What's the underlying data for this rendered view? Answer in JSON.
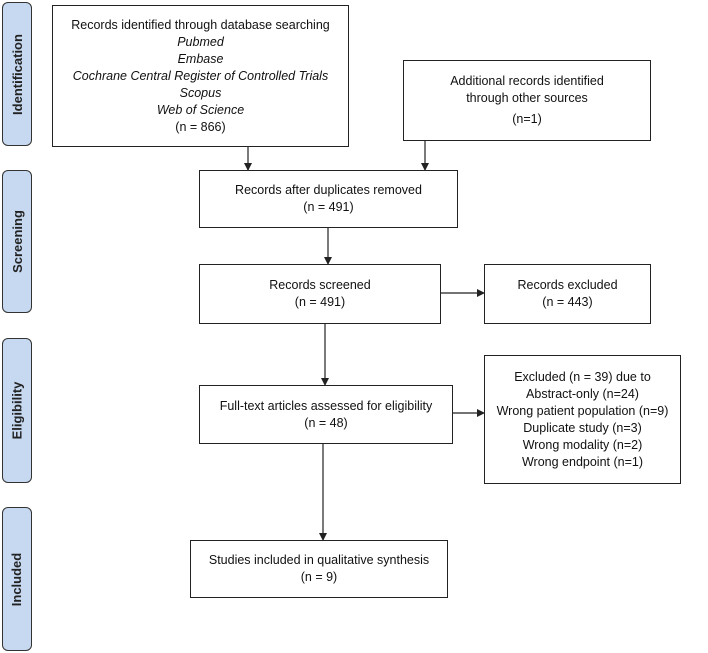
{
  "stages": {
    "identification": "Identification",
    "screening": "Screening",
    "eligibility": "Eligibility",
    "included": "Included"
  },
  "boxes": {
    "database": {
      "title": "Records identified through database searching",
      "sources": [
        "Pubmed",
        "Embase",
        "Cochrane Central Register of Controlled Trials",
        "Scopus",
        "Web of Science"
      ],
      "count": "(n = 866)"
    },
    "additional": {
      "line1": "Additional records identified",
      "line2": "through other sources",
      "count": "(n=1)"
    },
    "duplicates_removed": {
      "title": "Records after duplicates removed",
      "count": "(n = 491)"
    },
    "screened": {
      "title": "Records screened",
      "count": "(n = 491)"
    },
    "excluded_screening": {
      "title": "Records excluded",
      "count": "(n = 443)"
    },
    "full_text": {
      "title": "Full-text articles assessed for eligibility",
      "count": "(n = 48)"
    },
    "excluded_full_text": {
      "title": "Excluded (n = 39) due to",
      "reasons": [
        "Abstract-only (n=24)",
        "Wrong patient population (n=9)",
        "Duplicate study (n=3)",
        "Wrong modality (n=2)",
        "Wrong endpoint (n=1)"
      ]
    },
    "included": {
      "title": "Studies included in qualitative synthesis",
      "count": "(n = 9)"
    }
  }
}
